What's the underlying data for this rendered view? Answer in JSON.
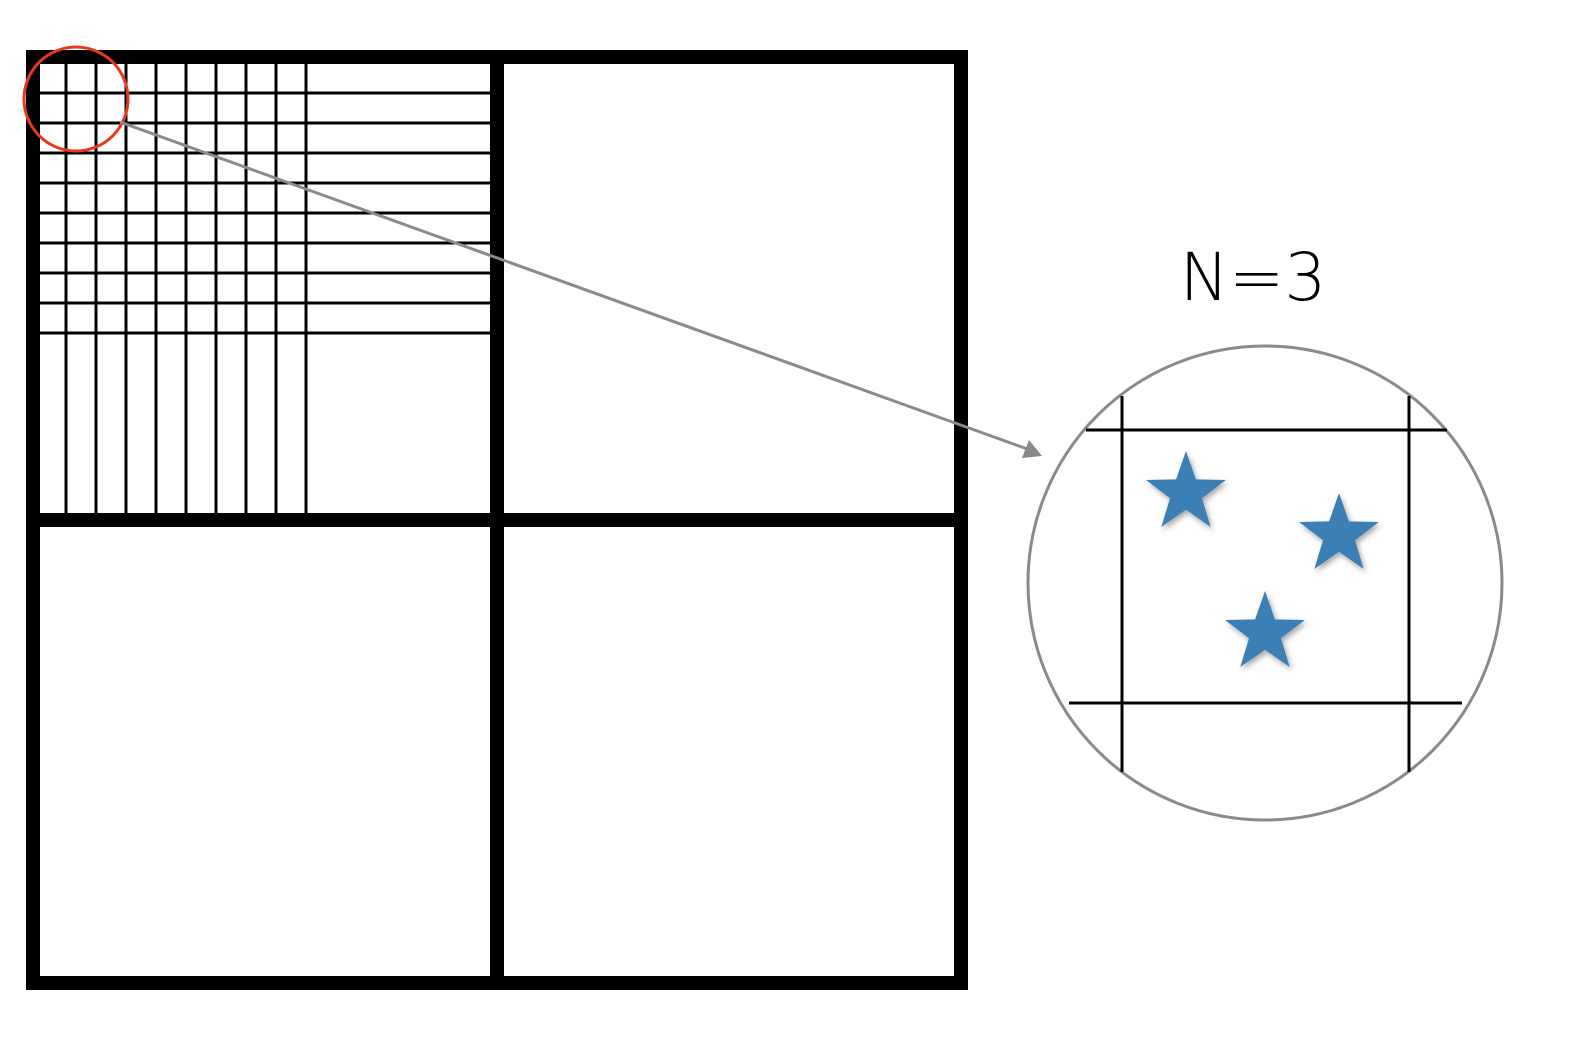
{
  "label": "N=3",
  "colors": {
    "grid": "#000000",
    "highlight": "#e8391f",
    "zoom": "#8a8a8e",
    "star": "#3b7fb5",
    "background": "#ffffff"
  },
  "grid": {
    "top_level_subdivision": 2,
    "refined_quadrant": "top-left",
    "refined_quadrant_columns": 9,
    "refined_quadrant_rows": 9
  },
  "zoom": {
    "points_in_cell": 3
  }
}
